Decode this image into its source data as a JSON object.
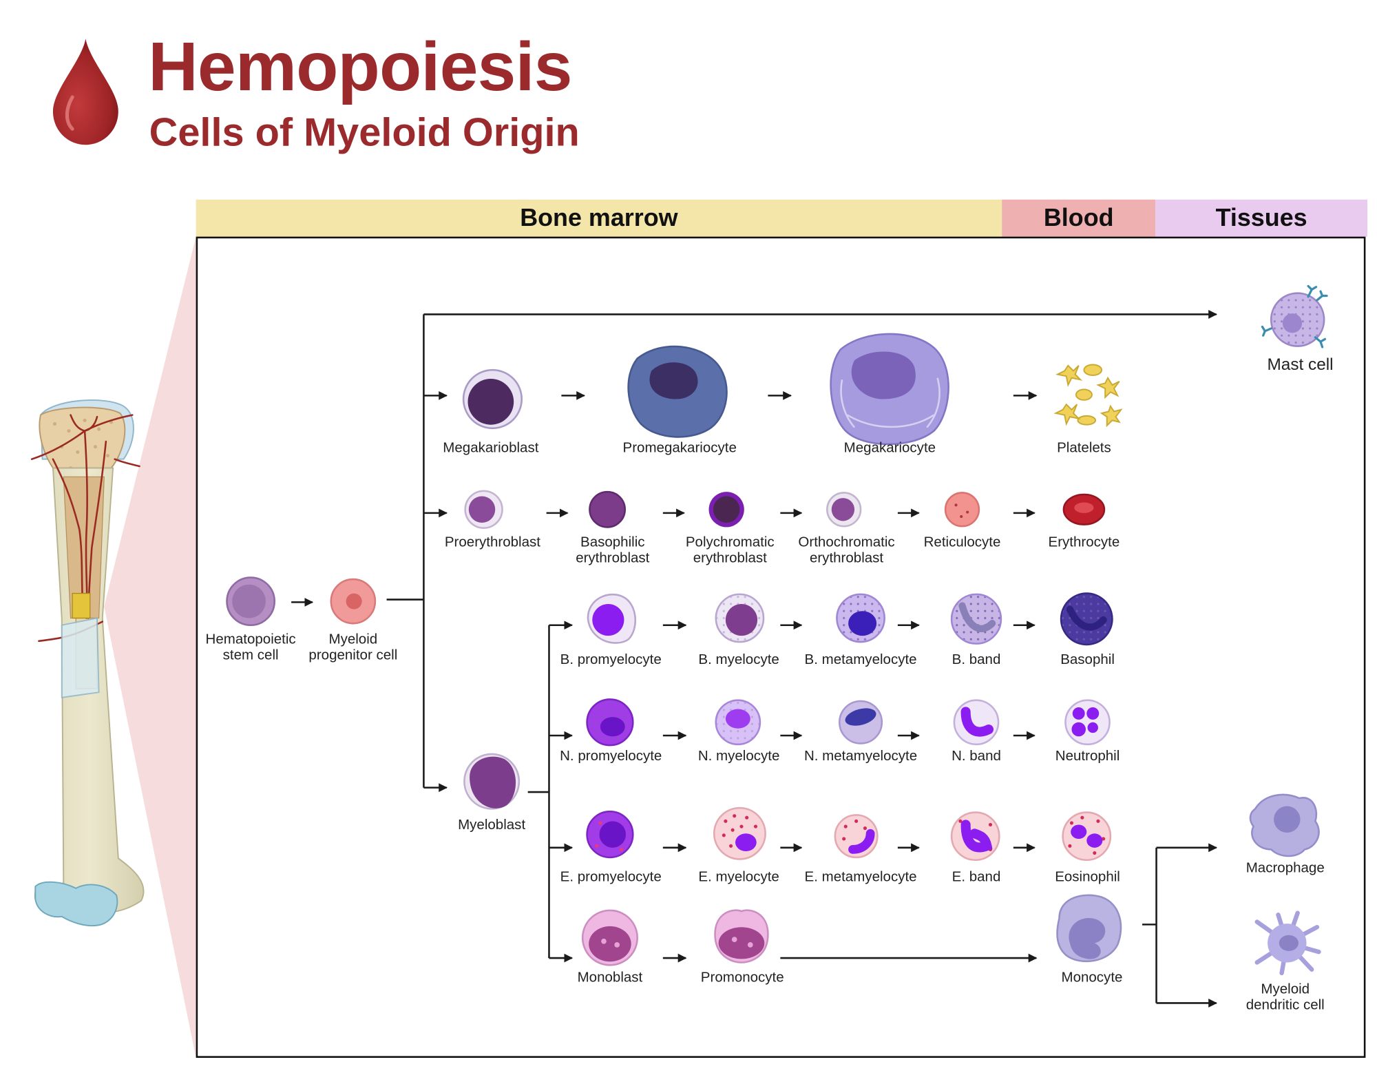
{
  "header": {
    "title": "Hemopoiesis",
    "subtitle": "Cells of Myeloid Origin"
  },
  "compartments": {
    "bone_marrow": "Bone marrow",
    "blood": "Blood",
    "tissues": "Tissues"
  },
  "colors": {
    "title": "#9b2a2d",
    "bone_marrow_band": "#f3e6a8",
    "blood_band": "#eeb0b0",
    "tissues_band": "#e8cbee",
    "arrow": "#1a1a1a"
  },
  "icons": [
    "blood-drop-icon",
    "bone-illustration"
  ],
  "cells": {
    "hsc": "Hematopoietic\nstem cell",
    "myeloid_progenitor": "Myeloid\nprogenitor cell",
    "mast_cell": "Mast cell",
    "megakaryoblast": "Megakarioblast",
    "promegakaryocyte": "Promegakariocyte",
    "megakaryocyte": "Megakariocyte",
    "platelets": "Platelets",
    "proerythroblast": "Proerythroblast",
    "basophilic_erythroblast": "Basophilic\nerythroblast",
    "polychromatic_erythroblast": "Polychromatic\nerythroblast",
    "orthochromatic_erythroblast": "Orthochromatic\nerythroblast",
    "reticulocyte": "Reticulocyte",
    "erythrocyte": "Erythrocyte",
    "myeloblast": "Myeloblast",
    "b_promyelocyte": "B. promyelocyte",
    "b_myelocyte": "B. myelocyte",
    "b_metamyelocyte": "B. metamyelocyte",
    "b_band": "B. band",
    "basophil": "Basophil",
    "n_promyelocyte": "N. promyelocyte",
    "n_myelocyte": "N. myelocyte",
    "n_metamyelocyte": "N. metamyelocyte",
    "n_band": "N. band",
    "neutrophil": "Neutrophil",
    "e_promyelocyte": "E. promyelocyte",
    "e_myelocyte": "E. myelocyte",
    "e_metamyelocyte": "E. metamyelocyte",
    "e_band": "E. band",
    "eosinophil": "Eosinophil",
    "monoblast": "Monoblast",
    "promonocyte": "Promonocyte",
    "monocyte": "Monocyte",
    "macrophage": "Macrophage",
    "myeloid_dendritic_cell": "Myeloid\ndendritic cell"
  }
}
